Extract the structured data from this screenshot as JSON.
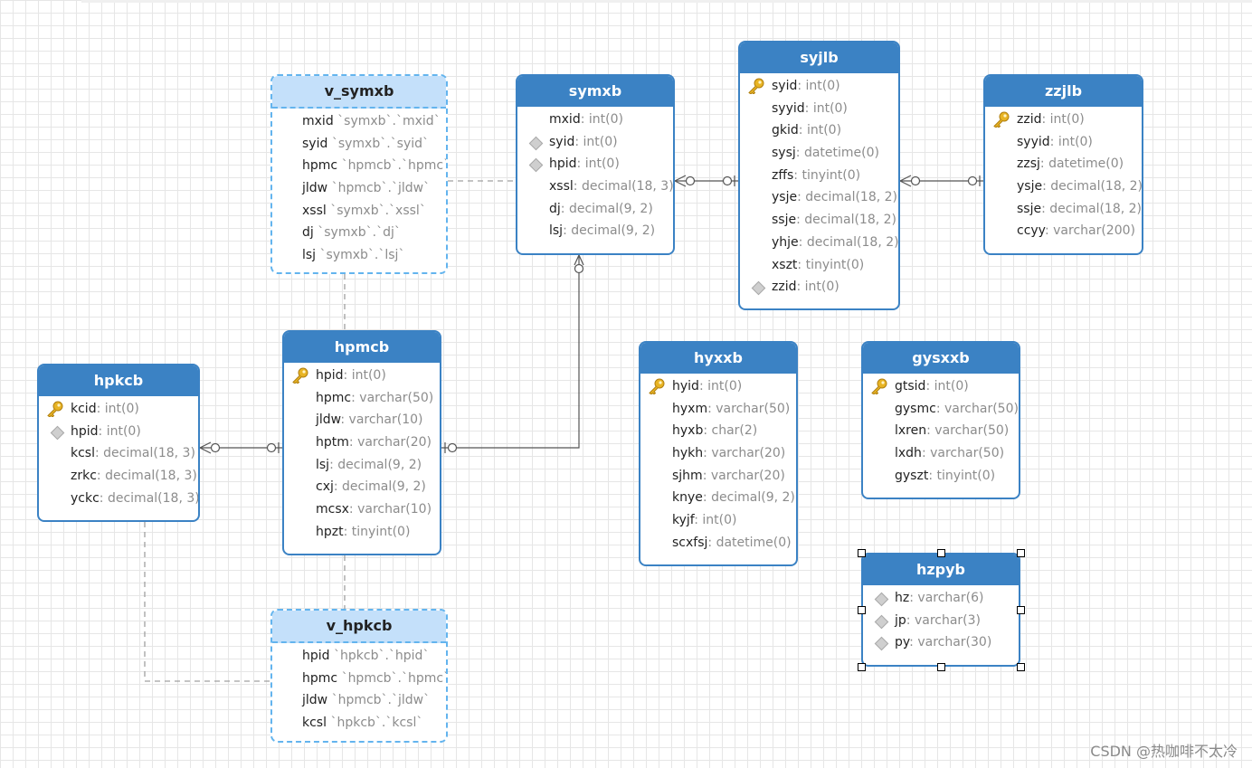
{
  "entities": [
    {
      "id": "v_symxb",
      "title": "v_symxb",
      "view": true,
      "fields": [
        {
          "name": "mxid",
          "type": "`symxb`.`mxid`"
        },
        {
          "name": "syid",
          "type": "`symxb`.`syid`"
        },
        {
          "name": "hpmc",
          "type": "`hpmcb`.`hpmc`"
        },
        {
          "name": "jldw",
          "type": "`hpmcb`.`jldw`"
        },
        {
          "name": "xssl",
          "type": "`symxb`.`xssl`"
        },
        {
          "name": "dj",
          "type": "`symxb`.`dj`"
        },
        {
          "name": "lsj",
          "type": "`symxb`.`lsj`"
        }
      ]
    },
    {
      "id": "symxb",
      "title": "symxb",
      "fields": [
        {
          "name": "mxid",
          "type": "int(0)"
        },
        {
          "name": "syid",
          "type": "int(0)",
          "icon": "diamond"
        },
        {
          "name": "hpid",
          "type": "int(0)",
          "icon": "diamond"
        },
        {
          "name": "xssl",
          "type": "decimal(18, 3)"
        },
        {
          "name": "dj",
          "type": "decimal(9, 2)"
        },
        {
          "name": "lsj",
          "type": "decimal(9, 2)"
        }
      ]
    },
    {
      "id": "syjlb",
      "title": "syjlb",
      "fields": [
        {
          "name": "syid",
          "type": "int(0)",
          "icon": "key"
        },
        {
          "name": "syyid",
          "type": "int(0)"
        },
        {
          "name": "gkid",
          "type": "int(0)"
        },
        {
          "name": "sysj",
          "type": "datetime(0)"
        },
        {
          "name": "zffs",
          "type": "tinyint(0)"
        },
        {
          "name": "ysje",
          "type": "decimal(18, 2)"
        },
        {
          "name": "ssje",
          "type": "decimal(18, 2)"
        },
        {
          "name": "yhje",
          "type": "decimal(18, 2)"
        },
        {
          "name": "xszt",
          "type": "tinyint(0)"
        },
        {
          "name": "zzid",
          "type": "int(0)",
          "icon": "diamond"
        }
      ]
    },
    {
      "id": "zzjlb",
      "title": "zzjlb",
      "fields": [
        {
          "name": "zzid",
          "type": "int(0)",
          "icon": "key"
        },
        {
          "name": "syyid",
          "type": "int(0)"
        },
        {
          "name": "zzsj",
          "type": "datetime(0)"
        },
        {
          "name": "ysje",
          "type": "decimal(18, 2)"
        },
        {
          "name": "ssje",
          "type": "decimal(18, 2)"
        },
        {
          "name": "ccyy",
          "type": "varchar(200)"
        }
      ]
    },
    {
      "id": "hpmcb",
      "title": "hpmcb",
      "fields": [
        {
          "name": "hpid",
          "type": "int(0)",
          "icon": "key"
        },
        {
          "name": "hpmc",
          "type": "varchar(50)"
        },
        {
          "name": "jldw",
          "type": "varchar(10)"
        },
        {
          "name": "hptm",
          "type": "varchar(20)"
        },
        {
          "name": "lsj",
          "type": "decimal(9, 2)"
        },
        {
          "name": "cxj",
          "type": "decimal(9, 2)"
        },
        {
          "name": "mcsx",
          "type": "varchar(10)"
        },
        {
          "name": "hpzt",
          "type": "tinyint(0)"
        }
      ]
    },
    {
      "id": "hpkcb",
      "title": "hpkcb",
      "fields": [
        {
          "name": "kcid",
          "type": "int(0)",
          "icon": "key"
        },
        {
          "name": "hpid",
          "type": "int(0)",
          "icon": "diamond"
        },
        {
          "name": "kcsl",
          "type": "decimal(18, 3)"
        },
        {
          "name": "zrkc",
          "type": "decimal(18, 3)"
        },
        {
          "name": "yckc",
          "type": "decimal(18, 3)"
        }
      ]
    },
    {
      "id": "hyxxb",
      "title": "hyxxb",
      "fields": [
        {
          "name": "hyid",
          "type": "int(0)",
          "icon": "key"
        },
        {
          "name": "hyxm",
          "type": "varchar(50)"
        },
        {
          "name": "hyxb",
          "type": "char(2)"
        },
        {
          "name": "hykh",
          "type": "varchar(20)"
        },
        {
          "name": "sjhm",
          "type": "varchar(20)"
        },
        {
          "name": "knye",
          "type": "decimal(9, 2)"
        },
        {
          "name": "kyjf",
          "type": "int(0)"
        },
        {
          "name": "scxfsj",
          "type": "datetime(0)"
        }
      ]
    },
    {
      "id": "gysxxb",
      "title": "gysxxb",
      "fields": [
        {
          "name": "gtsid",
          "type": "int(0)",
          "icon": "key"
        },
        {
          "name": "gysmc",
          "type": "varchar(50)"
        },
        {
          "name": "lxren",
          "type": "varchar(50)"
        },
        {
          "name": "lxdh",
          "type": "varchar(50)"
        },
        {
          "name": "gyszt",
          "type": "tinyint(0)"
        }
      ]
    },
    {
      "id": "hzpyb",
      "title": "hzpyb",
      "selected": true,
      "fields": [
        {
          "name": "hz",
          "type": "varchar(6)",
          "icon": "diamond"
        },
        {
          "name": "jp",
          "type": "varchar(3)",
          "icon": "diamond"
        },
        {
          "name": "py",
          "type": "varchar(30)",
          "icon": "diamond"
        }
      ]
    },
    {
      "id": "v_hpkcb",
      "title": "v_hpkcb",
      "view": true,
      "fields": [
        {
          "name": "hpid",
          "type": "`hpkcb`.`hpid`"
        },
        {
          "name": "hpmc",
          "type": "`hpmcb`.`hpmc`"
        },
        {
          "name": "jldw",
          "type": "`hpmcb`.`jldw`"
        },
        {
          "name": "kcsl",
          "type": "`hpkcb`.`kcsl`"
        }
      ]
    }
  ],
  "relations": [
    {
      "from": "symxb",
      "to": "syjlb",
      "kind": "many-to-one"
    },
    {
      "from": "syjlb",
      "to": "zzjlb",
      "kind": "many-to-one"
    },
    {
      "from": "hpkcb",
      "to": "hpmcb",
      "kind": "many-to-one"
    },
    {
      "from": "symxb",
      "to": "hpmcb",
      "kind": "many-to-one"
    },
    {
      "from": "v_symxb",
      "to": "symxb",
      "kind": "view-dependency"
    },
    {
      "from": "v_symxb",
      "to": "hpmcb",
      "kind": "view-dependency"
    },
    {
      "from": "v_hpkcb",
      "to": "hpmcb",
      "kind": "view-dependency"
    },
    {
      "from": "v_hpkcb",
      "to": "hpkcb",
      "kind": "view-dependency"
    }
  ],
  "watermark": "CSDN @热咖啡不太冷",
  "colors": {
    "header": "#3b82c4",
    "view_header": "#c4e0fa",
    "view_border": "#63b4ee",
    "key": "#e8b424"
  }
}
